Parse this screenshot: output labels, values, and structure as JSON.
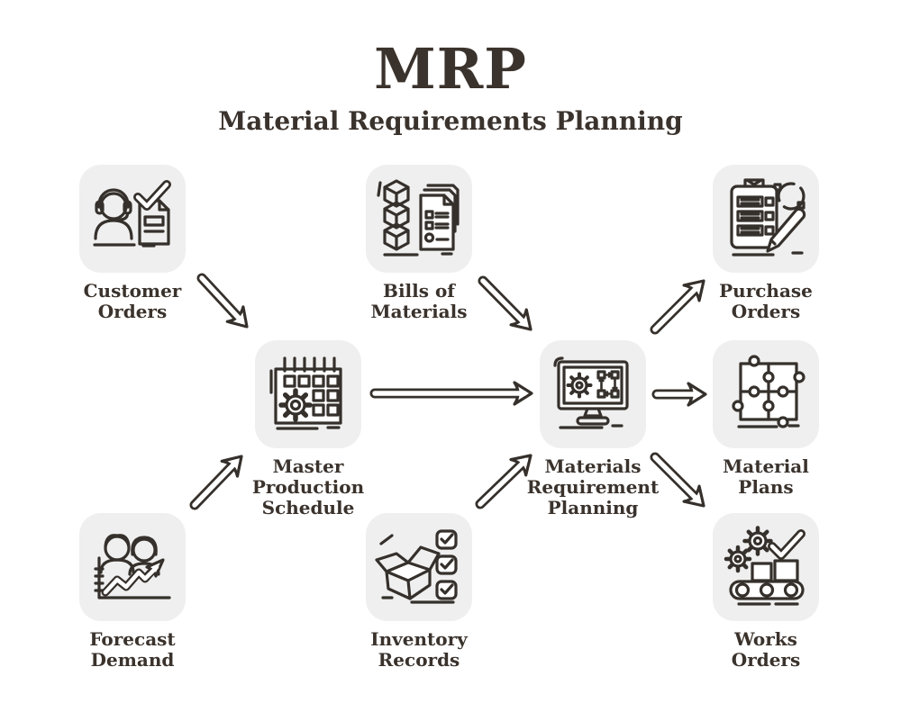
{
  "title": "MRP",
  "subtitle": "Material Requirements Planning",
  "colors": {
    "background": "#ffffff",
    "box_background": "#efefef",
    "line": "#35302b",
    "text": "#3a322c"
  },
  "nodes": [
    {
      "id": "customer-orders",
      "label": "Customer\nOrders",
      "icon": "headset-agent-document-check-icon"
    },
    {
      "id": "bills-of-materials",
      "label": "Bills of\nMaterials",
      "icon": "stacked-cubes-documents-icon"
    },
    {
      "id": "purchase-orders",
      "label": "Purchase\nOrders",
      "icon": "clipboard-pen-target-icon"
    },
    {
      "id": "master-production-schedule",
      "label": "Master\nProduction\nSchedule",
      "icon": "calendar-gear-icon"
    },
    {
      "id": "materials-requirement-planning",
      "label": "Materials\nRequirement\nPlanning",
      "icon": "monitor-gear-flowchart-icon"
    },
    {
      "id": "material-plans",
      "label": "Material\nPlans",
      "icon": "puzzle-pieces-icon"
    },
    {
      "id": "forecast-demand",
      "label": "Forecast\nDemand",
      "icon": "people-growth-chart-icon"
    },
    {
      "id": "inventory-records",
      "label": "Inventory\nRecords",
      "icon": "open-box-checklist-icon"
    },
    {
      "id": "works-orders",
      "label": "Works\nOrders",
      "icon": "gears-conveyor-check-icon"
    }
  ],
  "connections": [
    {
      "from": "customer-orders",
      "to": "master-production-schedule"
    },
    {
      "from": "forecast-demand",
      "to": "master-production-schedule"
    },
    {
      "from": "master-production-schedule",
      "to": "materials-requirement-planning"
    },
    {
      "from": "bills-of-materials",
      "to": "materials-requirement-planning"
    },
    {
      "from": "inventory-records",
      "to": "materials-requirement-planning"
    },
    {
      "from": "materials-requirement-planning",
      "to": "purchase-orders"
    },
    {
      "from": "materials-requirement-planning",
      "to": "material-plans"
    },
    {
      "from": "materials-requirement-planning",
      "to": "works-orders"
    }
  ]
}
